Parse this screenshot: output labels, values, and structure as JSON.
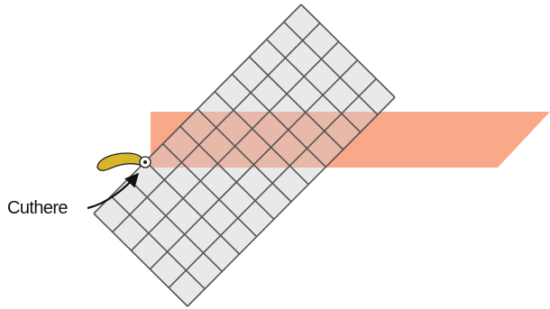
{
  "callout": {
    "label": "Cuthere"
  },
  "colors": {
    "background": "#ffffff",
    "strip_fill": "#f9a88a",
    "grid_fill": "#e9e9ec",
    "grid_stroke": "#555555",
    "overlap_fill": "#e8b8a8",
    "handle_fill": "#d8b62a",
    "handle_stroke": "#222222",
    "arrow_color": "#111111"
  },
  "grid": {
    "rows": 12,
    "cols": 5
  }
}
